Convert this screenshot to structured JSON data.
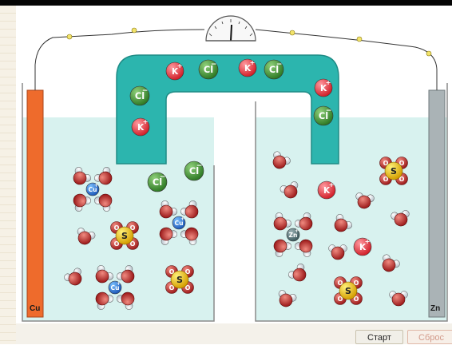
{
  "electrodes": {
    "left_label": "Cu",
    "right_label": "Zn"
  },
  "ions": {
    "potassium": "K",
    "chloride": "Cl",
    "copper": "Cu",
    "zinc": "Zn",
    "sulfur": "S",
    "oxygen": "O",
    "plus": "+",
    "minus": "−"
  },
  "controls": {
    "start_label": "Старт",
    "reset_label": "Сброс"
  },
  "colors": {
    "solution": "#d8f2ef",
    "salt_bridge": "#2cb5ae",
    "copper_electrode": "#ee6b2c",
    "zinc_electrode": "#aab3b6",
    "potassium": "#e4323a",
    "chloride": "#3d8a31",
    "sulfur": "#e8c11a",
    "oxygen": "#c42a2a"
  },
  "icons": [
    "voltmeter-icon",
    "water-molecule-icon",
    "sulfate-ion-icon"
  ]
}
